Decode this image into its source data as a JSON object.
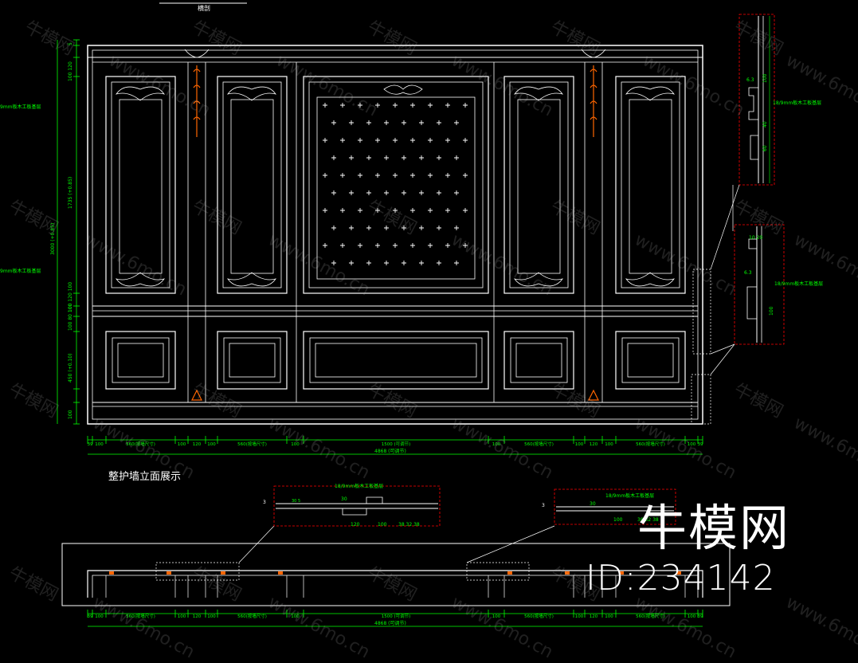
{
  "drawing": {
    "top_tag": "横剖",
    "elevation_title": "整护墙立面展示",
    "colors": {
      "line": "#ffffff",
      "dim": "#00ff00",
      "accent": "#ff6600",
      "detail_box": "#ff0000"
    }
  },
  "left_dims": [
    {
      "label": "5"
    },
    {
      "label": "100 120"
    },
    {
      "label": "1735 (+0.85)"
    },
    {
      "label": "3000 (+0.85)"
    },
    {
      "label": "100 120 100"
    },
    {
      "label": "100 80 100"
    },
    {
      "label": "450 (+0.10)"
    },
    {
      "label": "100"
    }
  ],
  "left_notes": [
    "9mm板木工板基层",
    "9mm板木工板基层"
  ],
  "bottom_dims": [
    {
      "label": "39"
    },
    {
      "label": "100"
    },
    {
      "label": "560(按墙尺寸)"
    },
    {
      "label": "100"
    },
    {
      "label": "120"
    },
    {
      "label": "100"
    },
    {
      "label": "560(按墙尺寸)"
    },
    {
      "label": "100"
    },
    {
      "label": "1500 (可调节)"
    },
    {
      "label": "100"
    },
    {
      "label": "560(按墙尺寸)"
    },
    {
      "label": "100"
    },
    {
      "label": "120"
    },
    {
      "label": "100"
    },
    {
      "label": "560(按墙尺寸)"
    },
    {
      "label": "100"
    },
    {
      "label": "39"
    }
  ],
  "bottom_total": "4868 (可调节)",
  "plan_dims": [
    {
      "label": "39"
    },
    {
      "label": "100"
    },
    {
      "label": "560(按墙尺寸)"
    },
    {
      "label": "100"
    },
    {
      "label": "120"
    },
    {
      "label": "100"
    },
    {
      "label": "560(按墙尺寸)"
    },
    {
      "label": "100"
    },
    {
      "label": "1500 (可调节)"
    },
    {
      "label": "100"
    },
    {
      "label": "560(按墙尺寸)"
    },
    {
      "label": "100"
    },
    {
      "label": "120"
    },
    {
      "label": "100"
    },
    {
      "label": "560(按墙尺寸)"
    },
    {
      "label": "100"
    },
    {
      "label": "39"
    }
  ],
  "plan_total": "4868 (可调节)",
  "detail_notes": {
    "right_top": "18/9mm板木工板基层",
    "right_mid": "18/9mm板木工板基层",
    "bottom_left": "18/9mm板木工板基层",
    "bottom_right": "18/9mm板木工板基层",
    "right_top_dims": [
      "6.3",
      "100",
      "40",
      "60"
    ],
    "right_mid_dims": [
      "10 20",
      "6.3",
      "100"
    ],
    "bl_dims": [
      "3",
      "30 5",
      "30",
      "120",
      "100",
      "38 32 38"
    ],
    "br_dims": [
      "3",
      "30",
      "100",
      "38 32 38"
    ]
  },
  "brand": {
    "title": "牛模网",
    "id_label": "ID:234142"
  },
  "watermarks": {
    "cn": "牛模网",
    "url": "www.6mo.cn"
  }
}
